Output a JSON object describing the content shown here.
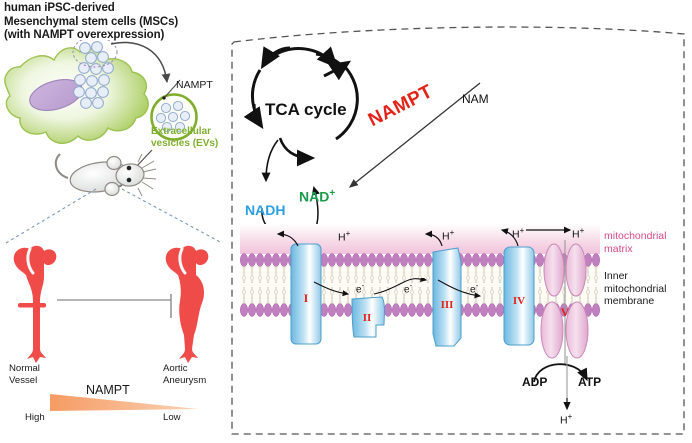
{
  "figure": {
    "type": "biological-pathway-diagram",
    "title_block": {
      "line1": "human iPSC-derived",
      "line2": "Mesenchymal stem cells (MSCs)",
      "line3": "(with NAMPT overexpression)"
    },
    "left_panel": {
      "cell_label": "",
      "nampt_pointer_label": "NAMPT",
      "ev_label_line1": "Extracellular",
      "ev_label_line2": "vesicles (EVs)",
      "vessel_left_line1": "Normal",
      "vessel_left_line2": "Vessel",
      "vessel_right_line1": "Aortic",
      "vessel_right_line2": "Aneurysm",
      "gradient_label": "NAMPT",
      "gradient_high": "High",
      "gradient_low": "Low"
    },
    "right_panel": {
      "tca_label": "TCA cycle",
      "nadh_label": "NADH",
      "nad_label": "NAD",
      "nad_superscript": "+",
      "nam_label": "NAM",
      "nampt_label": "NAMPT",
      "matrix_label_line1": "mitochondrial",
      "matrix_label_line2": "matrix",
      "membrane_label_line1": "Inner",
      "membrane_label_line2": "mitochondrial",
      "membrane_label_line3": "membrane",
      "adp_label": "ADP",
      "atp_label": "ATP",
      "complexes": [
        {
          "id": "I",
          "roman": "I"
        },
        {
          "id": "II",
          "roman": "II"
        },
        {
          "id": "III",
          "roman": "III"
        },
        {
          "id": "IV",
          "roman": "IV"
        },
        {
          "id": "V",
          "roman": "V"
        }
      ],
      "proton_labels": [
        "H",
        "H",
        "H",
        "H",
        "H"
      ],
      "proton_superscript": "+",
      "electron_labels": [
        "e",
        "e",
        "e"
      ],
      "electron_superscript": "-",
      "bottom_proton_label": "H",
      "bottom_proton_superscript": "+"
    },
    "colors": {
      "nadh_blue": "#2b9fe0",
      "nad_green": "#1a9a4b",
      "nampt_red": "#e2231a",
      "matrix_pink": "#d44a86",
      "ev_green": "#7fae2f",
      "vessel_red": "#ef4b48",
      "gradient_orange": "#f5a878",
      "membrane_head": "#c07fbe",
      "complex_blue": "#86c5e8",
      "complex_v_pink": "#e9b9d8"
    }
  }
}
